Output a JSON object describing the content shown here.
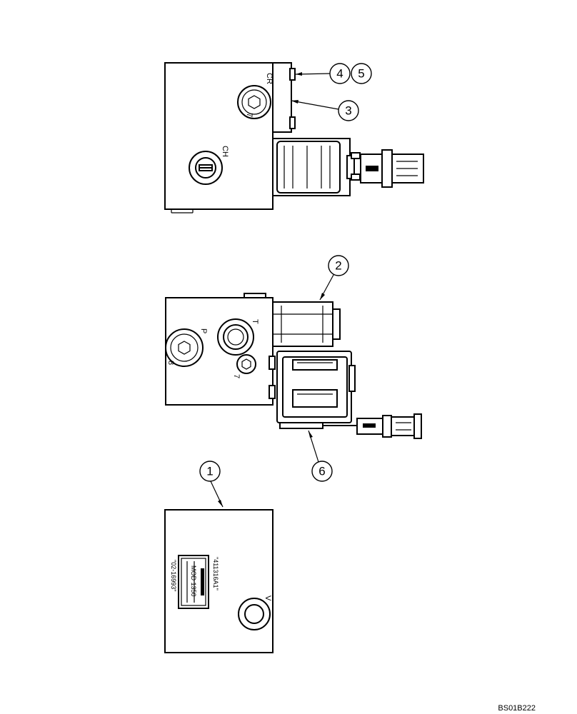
{
  "callouts": [
    "1",
    "2",
    "3",
    "4",
    "5",
    "6"
  ],
  "ports": {
    "cr": "CR",
    "ch": "CH",
    "p": "P",
    "t": "T",
    "v": "V",
    "seven_a": "7",
    "seven_b": "7",
    "eight": "8"
  },
  "label_plate": {
    "part_no": "\"411316A1\"",
    "code": "MOD 1350",
    "serial": "\"02-16993\""
  },
  "drawing_ref": "BS01B222"
}
